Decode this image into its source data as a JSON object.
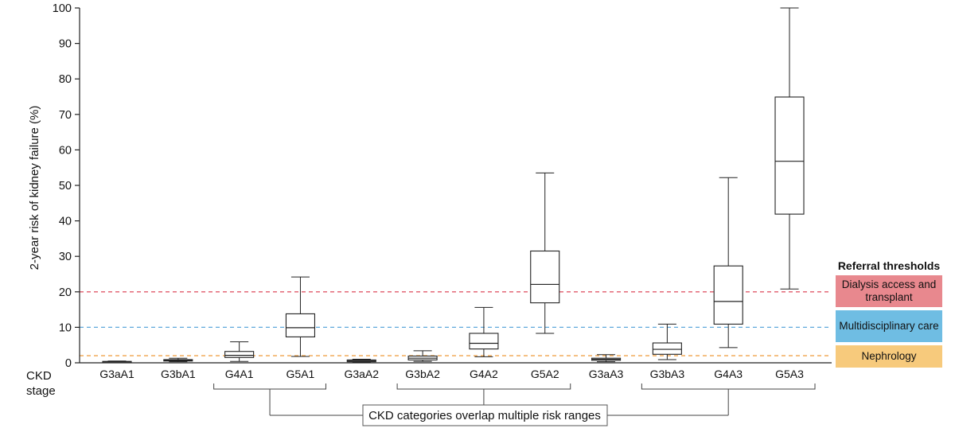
{
  "chart_data": {
    "type": "boxplot",
    "ylabel": "2-year risk of kidney failure (%)",
    "xlabel_lines": [
      "CKD",
      "stage"
    ],
    "ylim": [
      0,
      100
    ],
    "yticks": [
      0,
      10,
      20,
      30,
      40,
      50,
      60,
      70,
      80,
      90,
      100
    ],
    "categories": [
      "G3aA1",
      "G3bA1",
      "G4A1",
      "G5A1",
      "G3aA2",
      "G3bA2",
      "G4A2",
      "G5A2",
      "G3aA3",
      "G3bA3",
      "G4A3",
      "G5A3"
    ],
    "boxes": [
      {
        "min": 0.1,
        "q1": 0.2,
        "median": 0.3,
        "q3": 0.4,
        "max": 0.5
      },
      {
        "min": 0.3,
        "q1": 0.5,
        "median": 0.7,
        "q3": 0.9,
        "max": 1.3
      },
      {
        "min": 0.4,
        "q1": 1.5,
        "median": 2.1,
        "q3": 3.2,
        "max": 5.9
      },
      {
        "min": 1.8,
        "q1": 7.3,
        "median": 9.9,
        "q3": 13.8,
        "max": 24.2
      },
      {
        "min": 0.1,
        "q1": 0.3,
        "median": 0.5,
        "q3": 0.8,
        "max": 1.0
      },
      {
        "min": 0.4,
        "q1": 0.8,
        "median": 1.3,
        "q3": 1.9,
        "max": 3.4
      },
      {
        "min": 1.7,
        "q1": 3.9,
        "median": 5.5,
        "q3": 8.3,
        "max": 15.6
      },
      {
        "min": 8.3,
        "q1": 16.9,
        "median": 22.1,
        "q3": 31.5,
        "max": 53.5
      },
      {
        "min": 0.3,
        "q1": 0.7,
        "median": 1.0,
        "q3": 1.3,
        "max": 2.3
      },
      {
        "min": 0.9,
        "q1": 2.4,
        "median": 3.8,
        "q3": 5.6,
        "max": 10.9
      },
      {
        "min": 4.3,
        "q1": 10.9,
        "median": 17.3,
        "q3": 27.3,
        "max": 52.2
      },
      {
        "min": 20.8,
        "q1": 41.9,
        "median": 56.8,
        "q3": 74.9,
        "max": 100
      }
    ],
    "thresholds": [
      {
        "value": 20,
        "color": "#e05a6a",
        "label": "Dialysis access and transplant",
        "fill": "#e8888e"
      },
      {
        "value": 10,
        "color": "#5fa8dc",
        "label": "Multidisciplinary care",
        "fill": "#6fbde3"
      },
      {
        "value": 2,
        "color": "#f0a44a",
        "label": "Nephrology",
        "fill": "#f7ca7c"
      }
    ],
    "legend_title": "Referral thresholds",
    "annotation": "CKD categories overlap multiple risk ranges",
    "overlap_groups": [
      [
        2,
        3
      ],
      [
        5,
        7
      ],
      [
        9,
        11
      ]
    ],
    "grid": false
  }
}
